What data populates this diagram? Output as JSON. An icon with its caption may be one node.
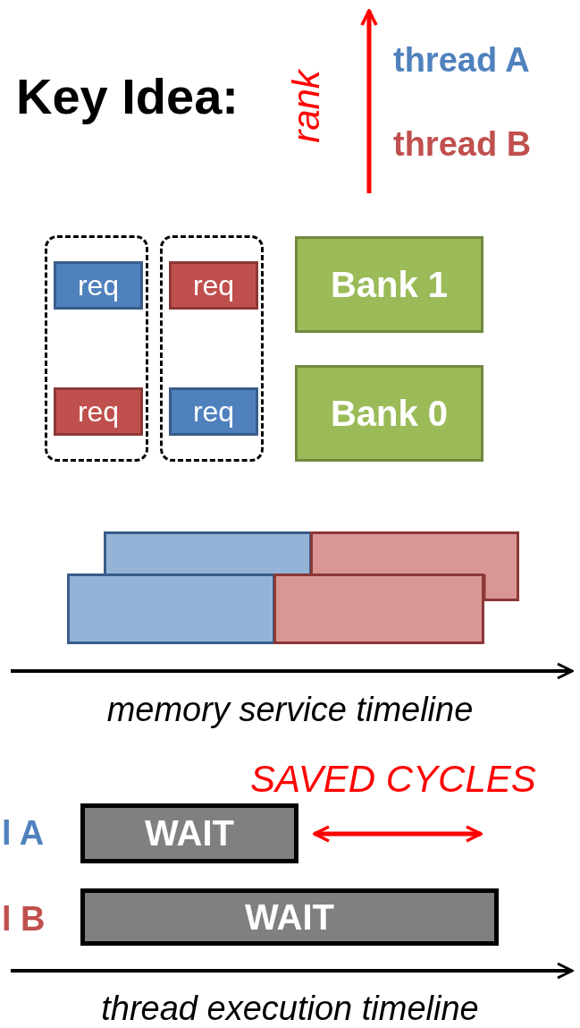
{
  "diagram": {
    "title": "Key Idea:",
    "nodes": [
      {
        "text": [],
        "shape": "box"
      },
      {
        "text": [
          "req"
        ],
        "in": 0
      },
      {
        "text": [
          "req"
        ],
        "in": 0
      },
      {
        "text": [],
        "shape": "box"
      },
      {
        "text": [
          "req"
        ],
        "in": 3
      },
      {
        "text": [
          "req"
        ],
        "in": 3
      },
      {
        "text": [
          "Bank 1"
        ]
      },
      {
        "text": [
          "Bank 0"
        ]
      },
      {
        "text": [],
        "shape": "bar"
      },
      {
        "text": [],
        "shape": "bar"
      },
      {
        "text": [],
        "shape": "bar"
      },
      {
        "text": [],
        "shape": "bar"
      },
      {
        "text": [
          "WAIT"
        ]
      },
      {
        "text": [
          "WAIT"
        ]
      }
    ],
    "edges": [],
    "labels": [
      "rank",
      "thread A",
      "thread B",
      "memory service timeline",
      "SAVED CYCLES",
      "l A",
      "l B",
      "thread execution timeline"
    ]
  }
}
